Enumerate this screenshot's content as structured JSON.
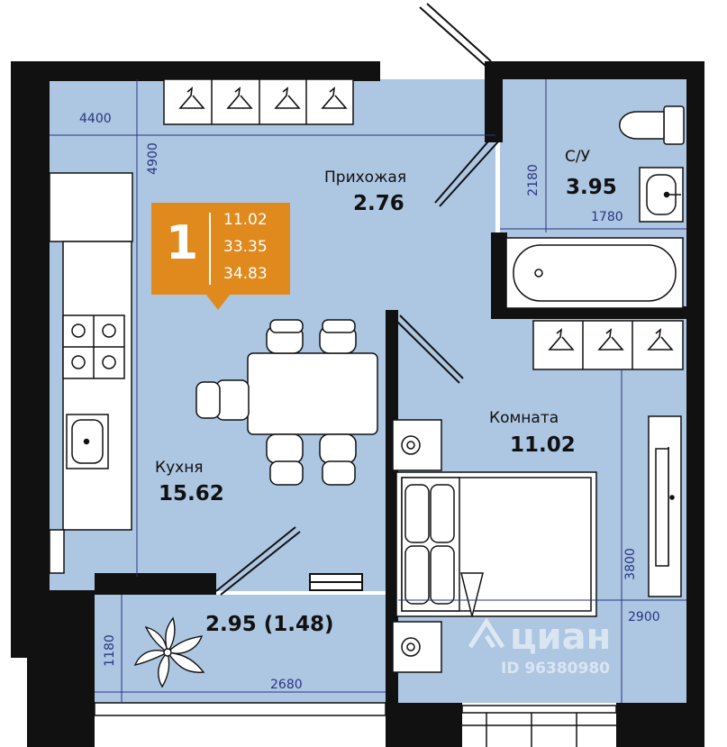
{
  "badge": {
    "rooms": "1",
    "living_area": "11.02",
    "total_area": "33.35",
    "full_area": "34.83",
    "color": "#e08a1e"
  },
  "rooms": {
    "hall": {
      "name": "Прихожая",
      "area": "2.76"
    },
    "bathroom": {
      "name": "С/У",
      "area": "3.95"
    },
    "kitchen": {
      "name": "Кухня",
      "area": "15.62"
    },
    "bedroom": {
      "name": "Комната",
      "area": "11.02"
    },
    "balcony": {
      "area": "2.95 (1.48)"
    }
  },
  "dimensions": {
    "d4400": "4400",
    "d4900": "4900",
    "d2180": "2180",
    "d1780": "1780",
    "d3800": "3800",
    "d2900": "2900",
    "d1180": "1180",
    "d2680": "2680"
  },
  "watermark": {
    "brand": "циан",
    "id": "ID 96380980"
  },
  "colors": {
    "floor": "#adc6e2",
    "wall": "#111111",
    "dimension": "#2a3580"
  }
}
